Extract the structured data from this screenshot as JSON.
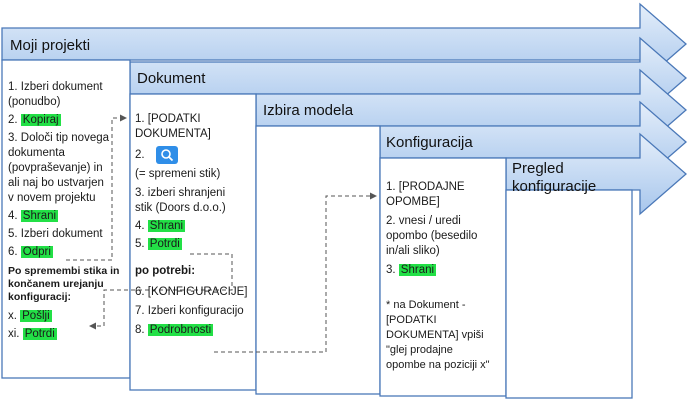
{
  "panels": {
    "moji_projekti": {
      "title": "Moji projekti",
      "items": [
        {
          "text": "1. Izberi dokument\n(ponudbo)"
        },
        {
          "text": "2. ",
          "hl": "Kopiraj"
        },
        {
          "text": "3. Določi tip novega\ndokumenta\n(povpraševanje) in\nali naj bo ustvarjen\nv novem projektu"
        },
        {
          "text": "4. ",
          "hl": "Shrani"
        },
        {
          "text": "5. Izberi dokument"
        },
        {
          "text": "6. ",
          "hl": "Odpri"
        }
      ],
      "subheading": "Po spremembi stika in\nkončanem urejanju\nkonfiguracij:",
      "items2": [
        {
          "text": "x. ",
          "hl": "Pošlji"
        },
        {
          "text": "xi. ",
          "hl": "Potrdi"
        }
      ]
    },
    "dokument": {
      "title": "Dokument",
      "items": [
        {
          "text": "1. [PODATKI\nDOKUMENTA]"
        },
        {
          "text": "2. ",
          "icon": "search-icon"
        },
        {
          "text": "(= spremeni stik)"
        },
        {
          "text": "3. izberi shranjeni\nstik (Doors d.o.o.)"
        },
        {
          "text": "4. ",
          "hl": "Shrani"
        },
        {
          "text": "5. ",
          "hl": "Potrdi"
        }
      ],
      "subheading": "po potrebi:",
      "items2": [
        {
          "text": "6. [KONFIGURACIJE]"
        },
        {
          "text": "7. Izberi konfiguracijo"
        },
        {
          "text": "8. ",
          "hl": "Podrobnosti"
        }
      ]
    },
    "izbira_modela": {
      "title": "Izbira modela"
    },
    "konfiguracija": {
      "title": "Konfiguracija",
      "items": [
        {
          "text": "1. [PRODAJNE\nOPOMBE]"
        },
        {
          "text": "2. vnesi / uredi\nopombo (besedilo\nin/ali sliko)"
        },
        {
          "text": "3. ",
          "hl": "Shrani"
        }
      ],
      "note": "* na Dokument -\n[PODATKI\nDOKUMENTA] vpiši\n\"glej prodajne\nopombe na poziciji x\""
    },
    "pregled": {
      "title": "Pregled\nkonfiguracije"
    }
  },
  "colors": {
    "arrow_fill_top": "#e4eefa",
    "arrow_fill_bottom": "#a7c6ec",
    "arrow_stroke": "#4a78b8",
    "highlight": "#22e046",
    "search_button": "#2f8ee8"
  }
}
